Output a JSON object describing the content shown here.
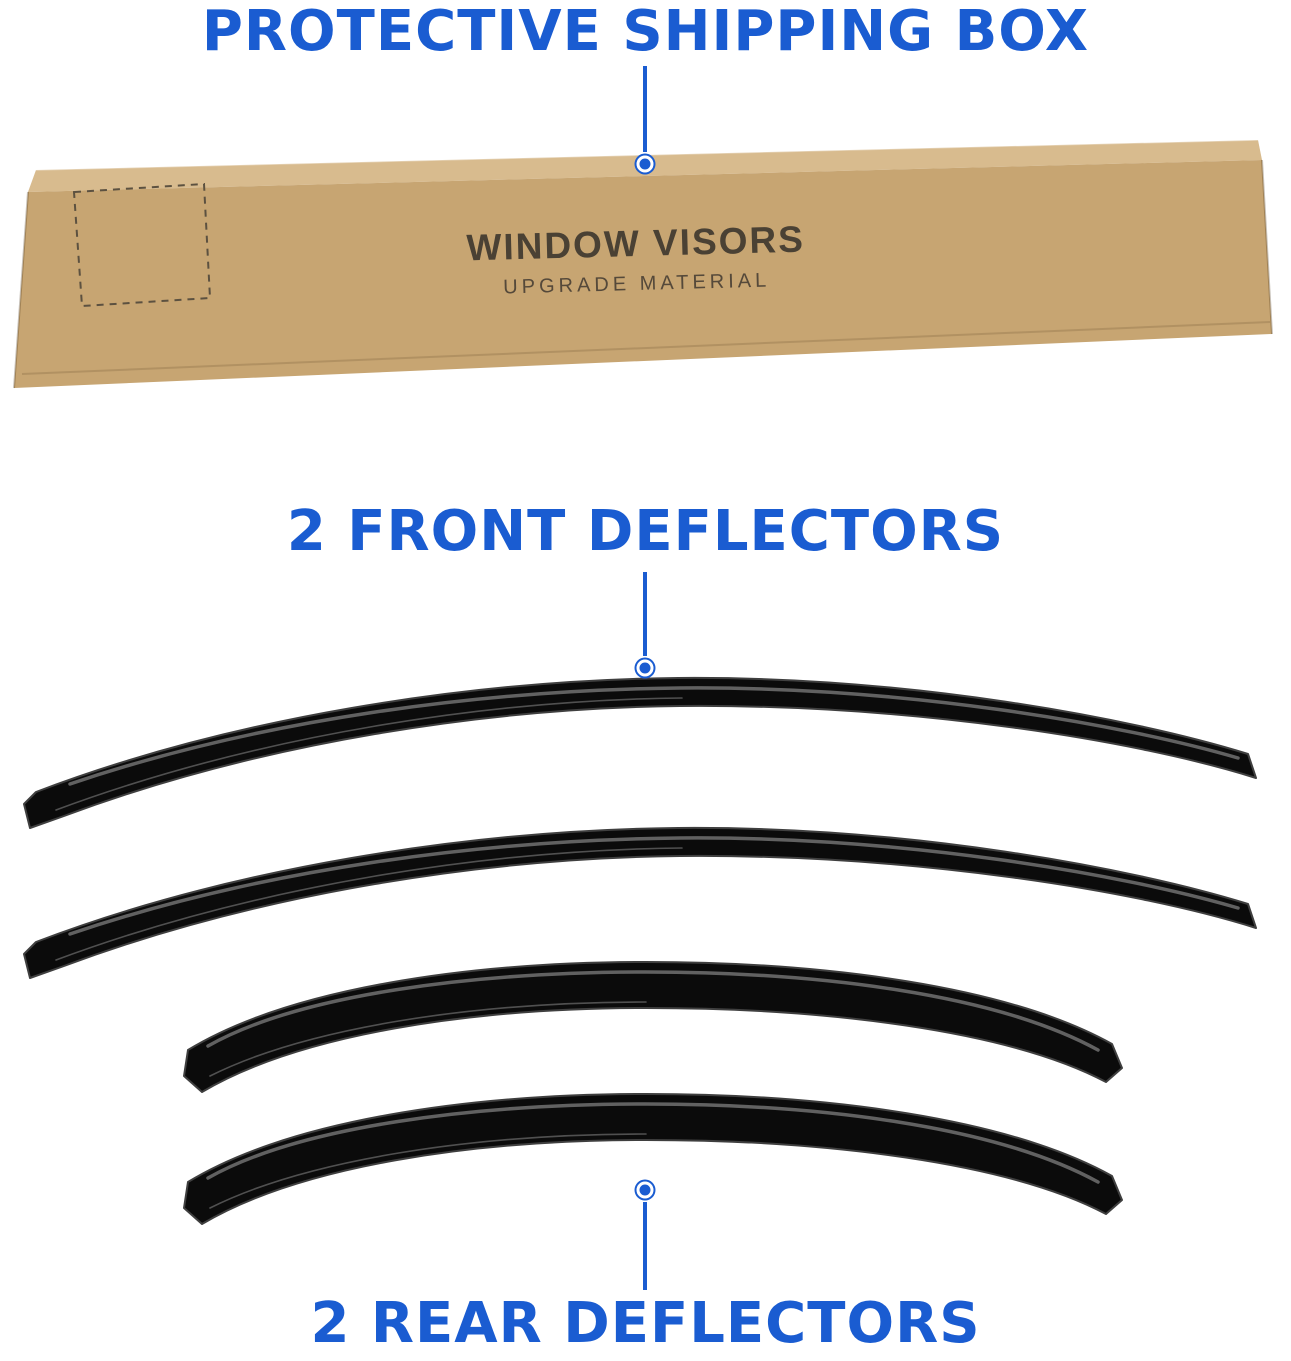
{
  "colors": {
    "accent_blue": "#1a5cd1",
    "cardboard_top": "#d8bb8e",
    "cardboard_front": "#c7a572",
    "cardboard_edge": "#9a7c4c",
    "box_text": "#4a4134",
    "box_subtext": "#55493a",
    "visor_black": "#0b0b0b",
    "visor_outline": "#3f3f3f",
    "visor_highlight": "#6a6a6a"
  },
  "callouts": {
    "top": {
      "label": "PROTECTIVE SHIPPING BOX"
    },
    "front": {
      "label": "2 FRONT DEFLECTORS"
    },
    "rear": {
      "label": "2 REAR DEFLECTORS"
    }
  },
  "shipping_box": {
    "title": "WINDOW VISORS",
    "subtitle": "UPGRADE MATERIAL"
  }
}
